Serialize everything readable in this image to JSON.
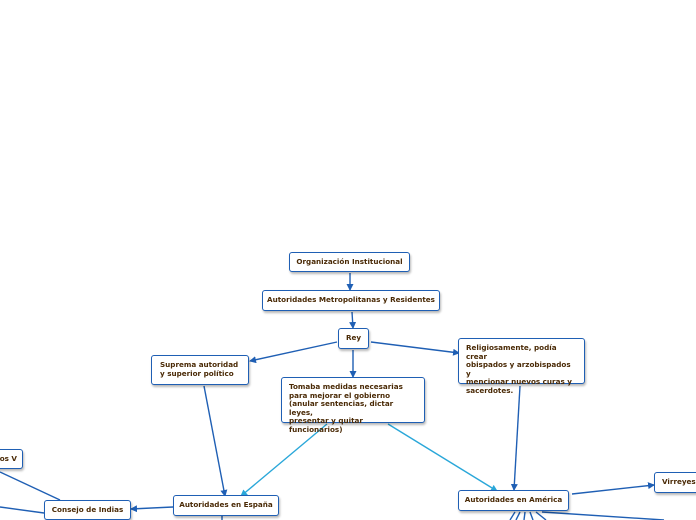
{
  "colors": {
    "node_border": "#1f5fb4",
    "text": "#4a2a06",
    "connector_dark": "#1f5fb4",
    "connector_light": "#2aa7d9",
    "background": "#ffffff"
  },
  "nodes": {
    "organizacion": "Organización Institucional",
    "autoridades_metropolitanas": "Autoridades Metropolitanas y Residentes",
    "rey": "Rey",
    "suprema_lines": [
      "Suprema autoridad",
      "y superior político"
    ],
    "tomaba_lines": [
      "Tomaba medidas necesarias",
      "para mejorar el gobierno",
      "(anular sentencias, dictar leyes,",
      "presentar y quitar funcionarios)"
    ],
    "religiosamente_lines": [
      "Religiosamente, podía crear",
      "obispados y arzobispados y",
      "mencionar nuevos curas y",
      "sacerdotes."
    ],
    "autoridades_espana": "Autoridades en España",
    "autoridades_america": "Autoridades en América",
    "consejo_indias": "Consejo de Indias",
    "carlos_v_partial": "os V",
    "virreyes": "Virreyes"
  }
}
